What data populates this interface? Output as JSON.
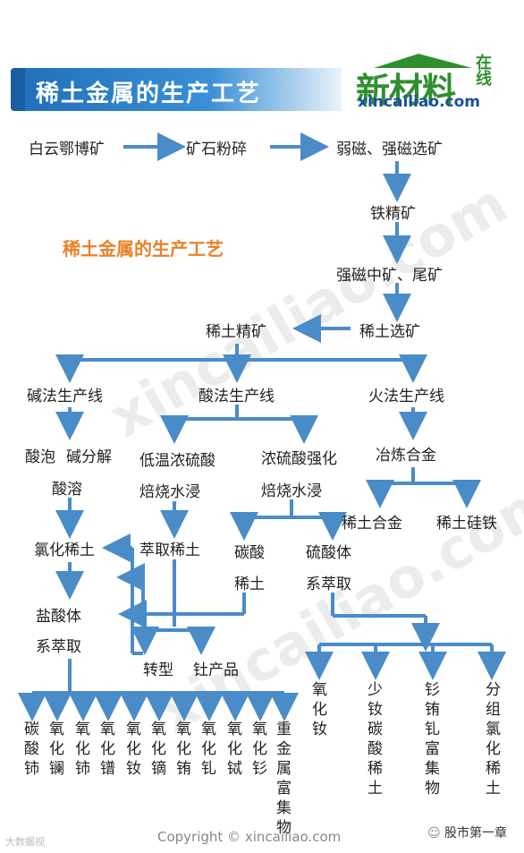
{
  "header": {
    "title": "稀土金属的生产工艺"
  },
  "logo": {
    "name": "新材料",
    "suffix": "在线",
    "url": "xincailiao.com"
  },
  "subtitle": "稀土金属的生产工艺",
  "watermark": "xincailiao.com",
  "nodes": {
    "baiyun": "白云鄂博矿",
    "crush": "矿石粉碎",
    "magsep": "弱磁、强磁选矿",
    "ironconc": "铁精矿",
    "midtail": "强磁中矿、尾矿",
    "reselect": "稀土选矿",
    "reconc": "稀土精矿",
    "alkali": "碱法生产线",
    "acid": "酸法生产线",
    "fire": "火法生产线",
    "bubble": "酸泡",
    "alkdecomp": "碱分解",
    "acidleach": "酸溶",
    "lowtemp": "低温浓硫酸",
    "lowtemp2": "焙烧水浸",
    "conc": "浓硫酸强化",
    "conc2": "焙烧水浸",
    "smelt": "冶炼合金",
    "realloy": "稀土合金",
    "resife": "稀土硅铁",
    "chloride": "氯化稀土",
    "extract": "萃取稀土",
    "carb1": "碳酸",
    "carb2": "稀土",
    "sulf1": "硫酸体",
    "sulf2": "系萃取",
    "hcl1": "盐酸体",
    "hcl2": "系萃取",
    "transform": "转型",
    "thorium": "钍产品"
  },
  "products_left": [
    "碳酸铈",
    "氧化镧",
    "氧化铈",
    "氧化镨",
    "氧化钕",
    "氧化镝",
    "氧化铕",
    "氧化钆",
    "氧化铽",
    "氧化钐",
    "重金属富集物"
  ],
  "products_right": [
    "氧化钕",
    "少钕碳酸稀土",
    "钐铕钆富集物",
    "分组氯化稀土"
  ],
  "footer": {
    "copyright": "Copyright © xincailiao.com",
    "left": "大数据视",
    "right": "股市第一章"
  },
  "colors": {
    "arrow": "#4a8cc7",
    "header": "#1f6fb8",
    "subtitle": "#e8822a",
    "logo": "#2f8f2f"
  }
}
